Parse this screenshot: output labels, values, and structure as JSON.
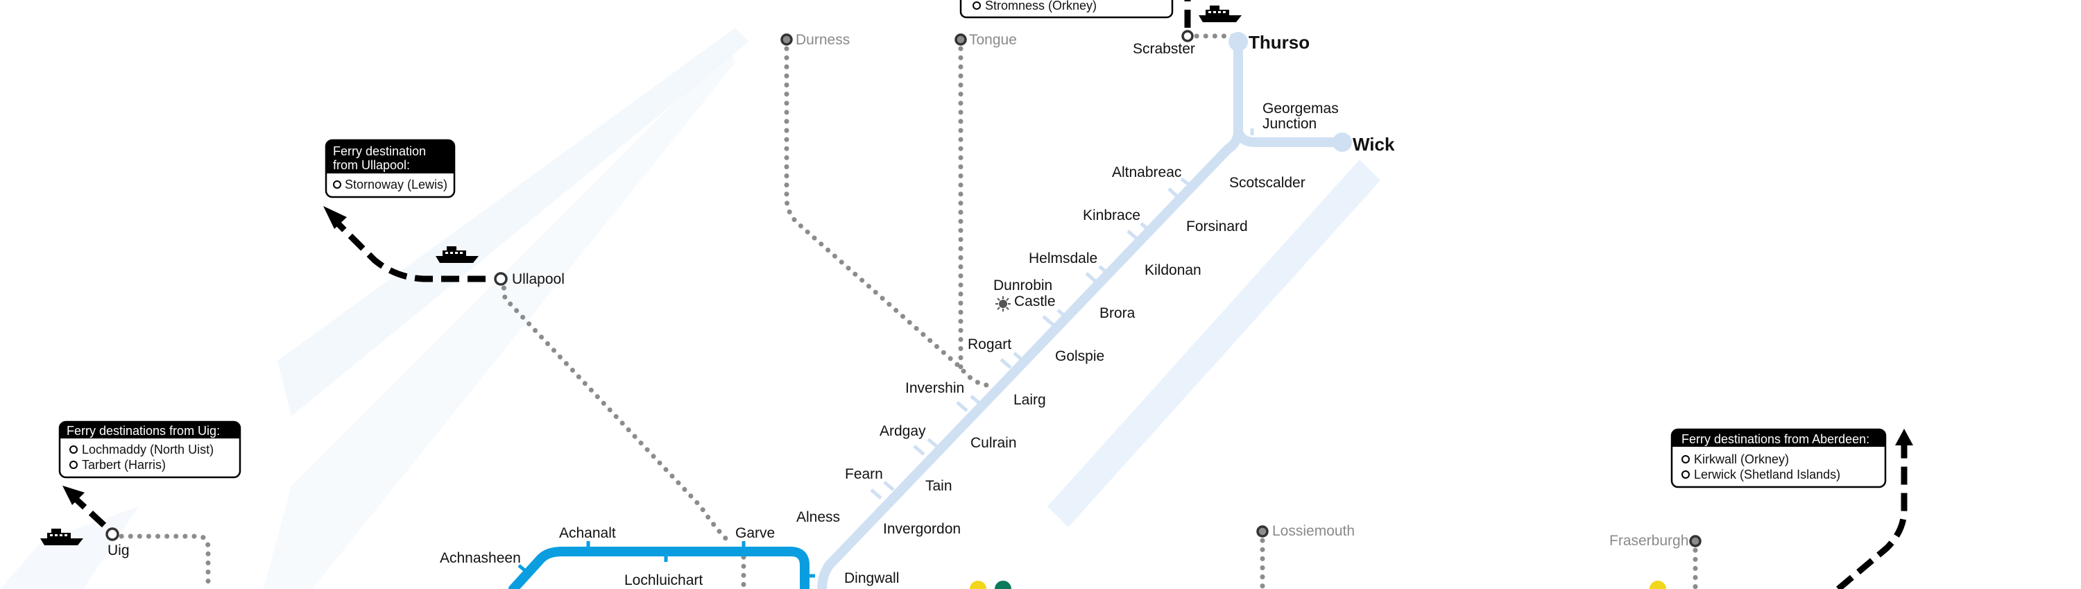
{
  "colors": {
    "main_line": "#cfe0f3",
    "branch_line": "#0a9ee0",
    "dotted_route": "#8c8c8c",
    "ferry": "#000000",
    "label_box": "#000000",
    "yellow_marker": "#f2d61b",
    "green_marker": "#0a7a5a"
  },
  "stations": {
    "thurso": "Thurso",
    "wick": "Wick",
    "georgemas": "Georgemas",
    "junction": "Junction",
    "scrabster": "Scrabster",
    "altnabreac": "Altnabreac",
    "scotscalder": "Scotscalder",
    "kinbrace": "Kinbrace",
    "forsinard": "Forsinard",
    "helmsdale": "Helmsdale",
    "kildonan": "Kildonan",
    "dunrobin": "Dunrobin",
    "castle": "Castle",
    "brora": "Brora",
    "rogart": "Rogart",
    "golspie": "Golspie",
    "invershin": "Invershin",
    "lairg": "Lairg",
    "ardgay": "Ardgay",
    "culrain": "Culrain",
    "fearn": "Fearn",
    "tain": "Tain",
    "alness": "Alness",
    "invergordon": "Invergordon",
    "dingwall": "Dingwall",
    "garve": "Garve",
    "achanalt": "Achanalt",
    "achnasheen": "Achnasheen",
    "lochluichart": "Lochluichart",
    "ullapool": "Ullapool",
    "uig": "Uig"
  },
  "bus_destinations": {
    "durness": "Durness",
    "tongue": "Tongue",
    "lossiemouth": "Lossiemouth",
    "fraserburgh": "Fraserburgh"
  },
  "ferry_boxes": {
    "thurso": {
      "items": [
        "Stromness (Orkney)"
      ]
    },
    "ullapool": {
      "title_line1": "Ferry destination",
      "title_line2": "from Ullapool:",
      "items": [
        "Stornoway (Lewis)"
      ]
    },
    "uig": {
      "title": "Ferry destinations from Uig:",
      "items": [
        "Lochmaddy (North Uist)",
        "Tarbert (Harris)"
      ]
    },
    "aberdeen": {
      "title": "Ferry destinations from Aberdeen:",
      "items": [
        "Kirkwall (Orkney)",
        "Lerwick (Shetland Islands)"
      ]
    }
  },
  "icons": {
    "ferry": "ferry-icon",
    "attraction": "castle-attraction-icon"
  }
}
